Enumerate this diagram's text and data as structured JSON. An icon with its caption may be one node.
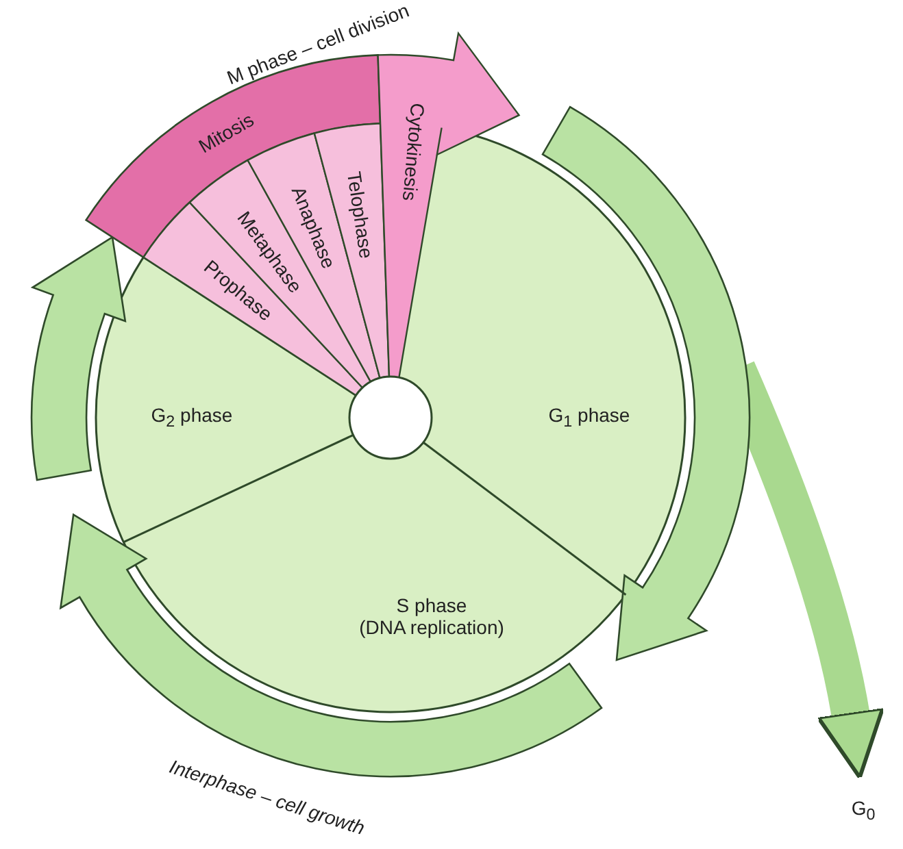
{
  "diagram": {
    "nodes": [
      {
        "text": [
          "Mitosis"
        ]
      },
      {
        "text": [
          "Prophase"
        ]
      },
      {
        "text": [
          "Metaphase"
        ]
      },
      {
        "text": [
          "Anaphase"
        ]
      },
      {
        "text": [
          "Telophase"
        ]
      },
      {
        "text": [
          "Cytokinesis"
        ]
      },
      {
        "text": [
          "G$_{2}$ phase"
        ]
      },
      {
        "text": [
          "G$_{1}$ phase"
        ]
      },
      {
        "text": [
          "S phase",
          "(DNA replication)"
        ]
      },
      {
        "text": [
          "G$_{0}$"
        ]
      }
    ],
    "edges": [
      {
        "from": null,
        "to": 9,
        "arrow": "to"
      }
    ],
    "labels": [
      "M phase – cell division",
      "Interphase – cell growth"
    ]
  }
}
